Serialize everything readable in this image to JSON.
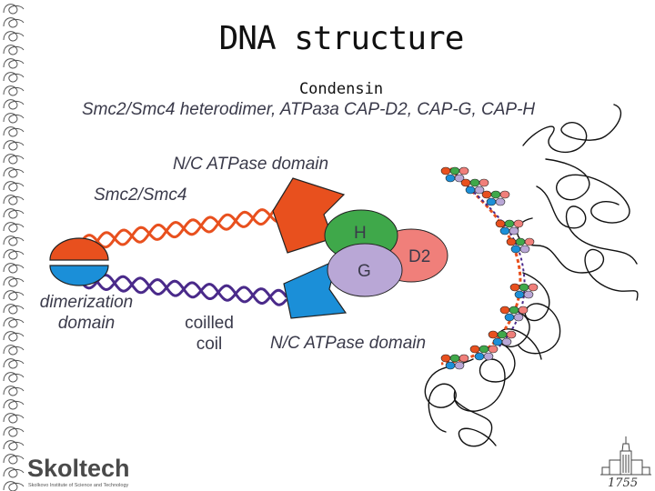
{
  "slide": {
    "title": "DNA structure",
    "subtitle": "Condensin"
  },
  "diagram": {
    "header": "Smc2/Smc4 heterodimer, ATPаза CAP-D2, CAP-G, CAP-H",
    "label_nc_top": "N/C ATPase domain",
    "label_smc": "Smc2/Smc4",
    "label_h": "H",
    "label_g": "G",
    "label_d2": "D2",
    "label_dimerization_1": "dimerization",
    "label_dimerization_2": "domain",
    "label_coiled_1": "coilled",
    "label_coiled_2": "coil",
    "label_nc_bottom": "N/C ATPase domain"
  },
  "logo": {
    "name": "Skoltech",
    "tagline": "Skolkovo Institute of Science and Technology"
  },
  "emblem": {
    "year": "1755"
  },
  "colors": {
    "smc_orange": "#e8501e",
    "smc_blue": "#1b8fd8",
    "coil_purple": "#4a2a8a",
    "h_green": "#3fa84a",
    "g_lavender": "#b9a7d6",
    "d2_salmon": "#f07f7a",
    "dna_black": "#111111"
  }
}
